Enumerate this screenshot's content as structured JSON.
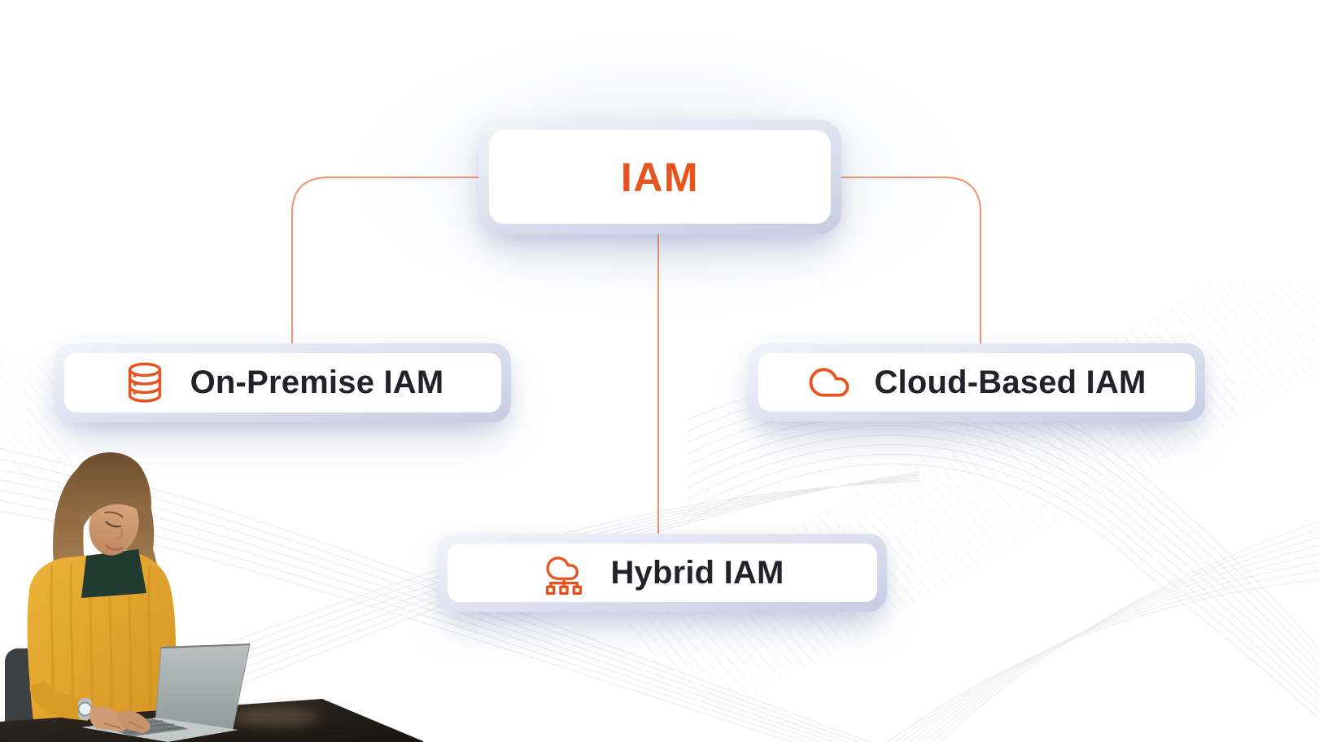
{
  "diagram": {
    "root": {
      "label": "IAM"
    },
    "children": [
      {
        "key": "on_premise",
        "label": "On-Premise IAM",
        "icon": "database-icon"
      },
      {
        "key": "cloud_based",
        "label": "Cloud-Based IAM",
        "icon": "cloud-icon"
      },
      {
        "key": "hybrid",
        "label": "Hybrid IAM",
        "icon": "hybrid-cloud-network-icon"
      }
    ]
  },
  "colors": {
    "accent_orange": "#E8521D",
    "connector_orange": "#F0926F",
    "label_text": "#212329",
    "node_frame": "#D8DCEC",
    "node_fill": "#FFFFFF"
  },
  "illustration": {
    "alt": "Woman in a mustard-yellow sweater typing on a laptop at a dark desk"
  }
}
